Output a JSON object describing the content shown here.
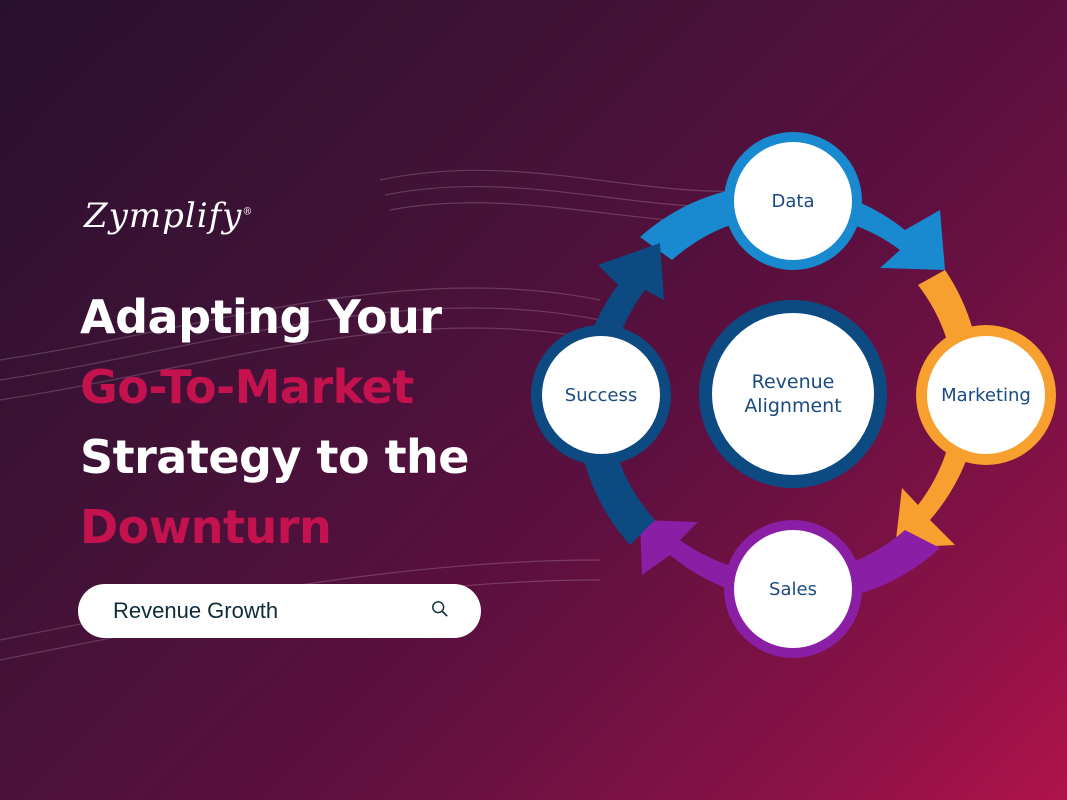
{
  "brand": {
    "logo_text": "Zymplify",
    "registered_mark": "®"
  },
  "headline": {
    "lines": [
      {
        "text": "Adapting Your",
        "color": "#ffffff"
      },
      {
        "text": "Go-To-Market",
        "color": "#c4124e"
      },
      {
        "text": "Strategy to the",
        "color": "#ffffff"
      },
      {
        "text": "Downturn",
        "color": "#c4124e"
      }
    ]
  },
  "search": {
    "value": "Revenue Growth",
    "icon": "search-icon"
  },
  "diagram": {
    "center": {
      "line1": "Revenue",
      "line2": "Alignment",
      "ring_color": "#0d4a82"
    },
    "nodes": [
      {
        "label": "Data",
        "color": "#1a8ad0"
      },
      {
        "label": "Marketing",
        "color": "#f7a030"
      },
      {
        "label": "Sales",
        "color": "#8a1fa6"
      },
      {
        "label": "Success",
        "color": "#0d4a82"
      }
    ]
  }
}
